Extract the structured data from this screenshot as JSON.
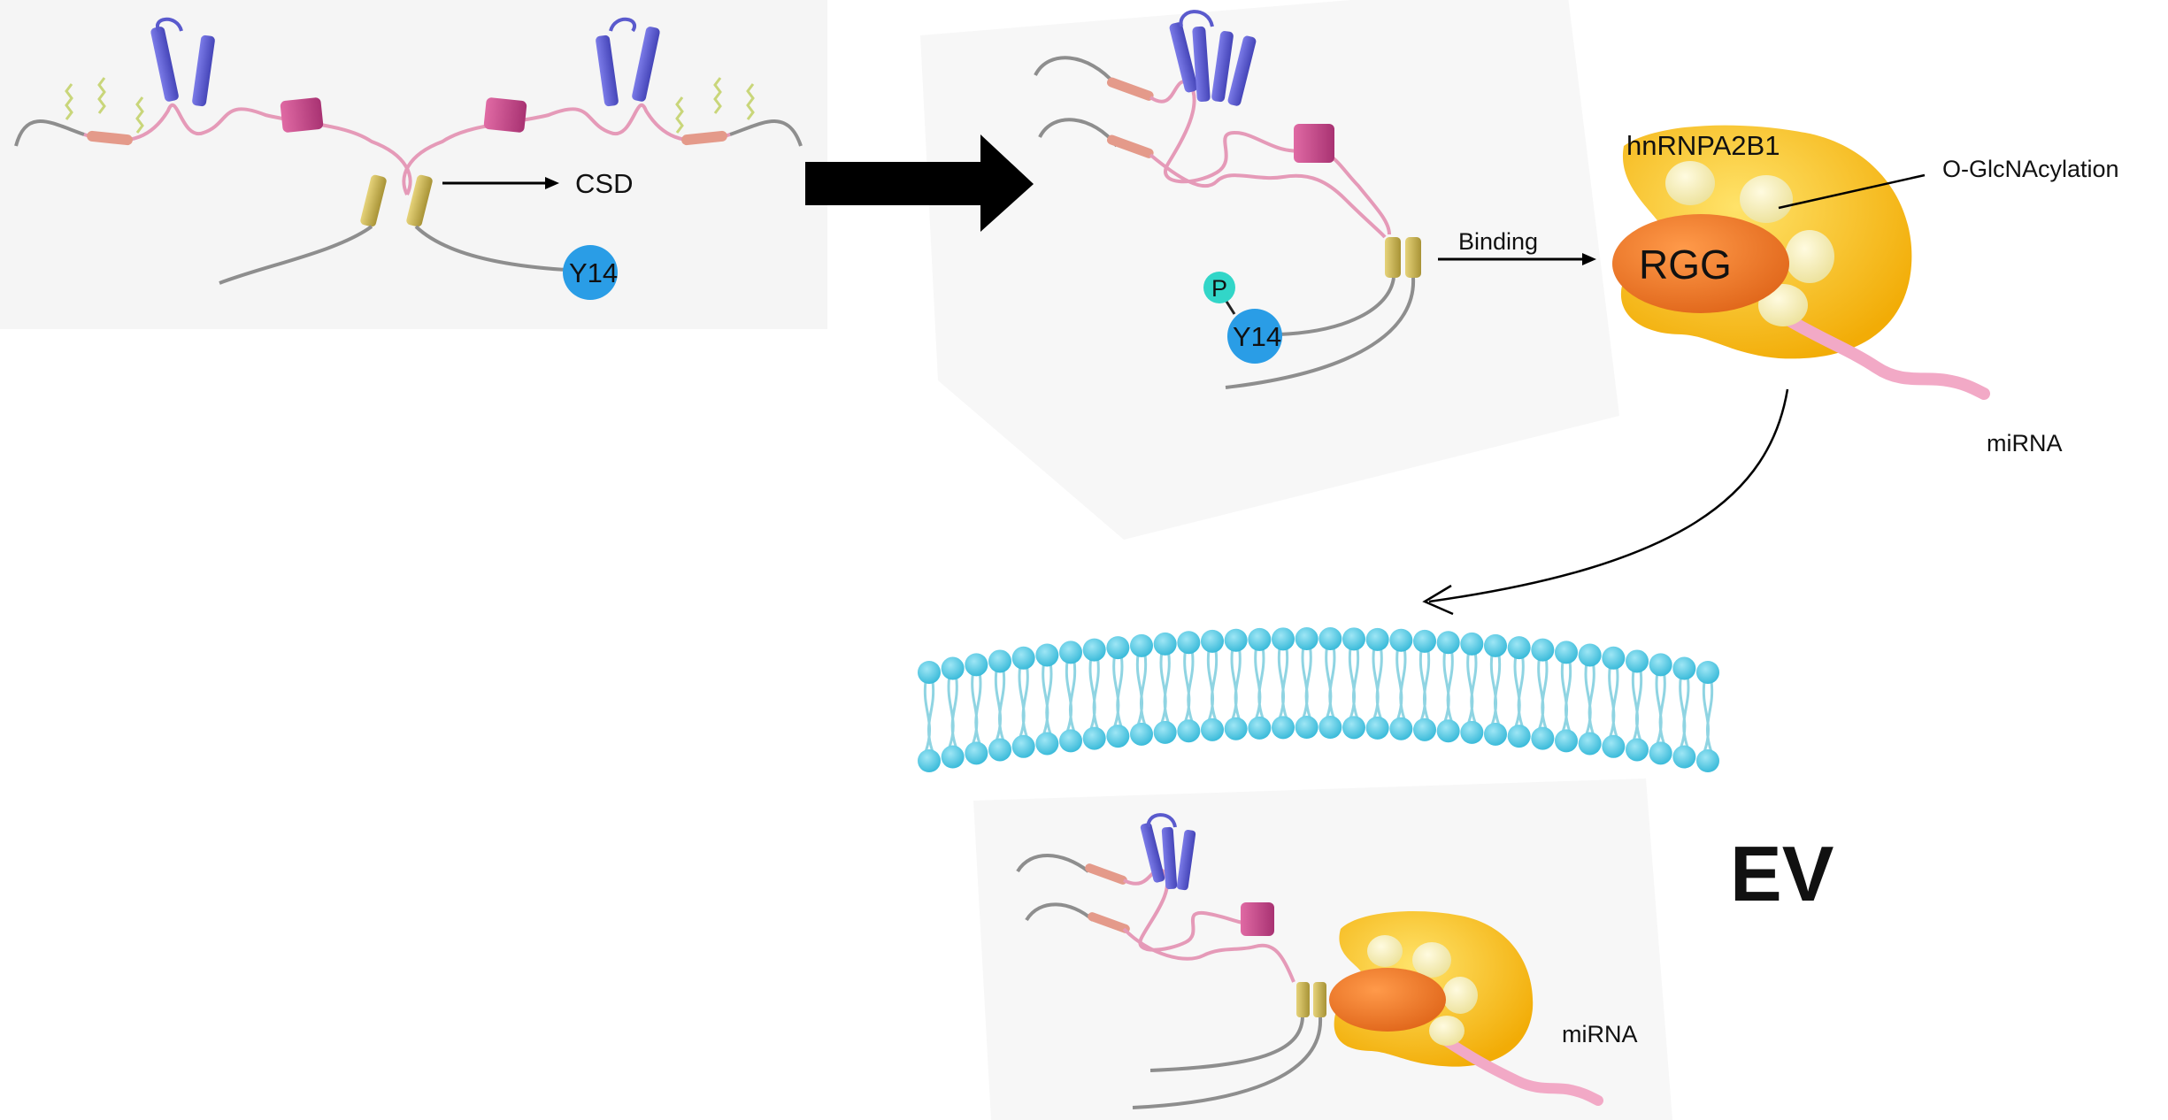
{
  "labels": {
    "csd": "CSD",
    "y14_top": "Y14",
    "phospho": "P",
    "y14_mid": "Y14",
    "binding": "Binding",
    "hnrnp": "hnRNPA2B1",
    "oglc": "O-GlcNAcylation",
    "rgg": "RGG",
    "mirna_top": "miRNA",
    "ev": "EV",
    "mirna_bottom": "miRNA"
  },
  "colors": {
    "backbone": "#8e8e8e",
    "loop": "#e59ab8",
    "helix": "#c8468a",
    "sheet": "#5a5acd",
    "strand_pink": "#e49a8a",
    "transmembrane": "#c8b45a",
    "y14": "#2a9de6",
    "phospho": "#32d6c8",
    "hnrnp": "#fbc41a",
    "rgg": "#f07a25",
    "beads": "#f5ecb0",
    "mirna": "#f2a9c6",
    "lipid_head": "#5fcfe6",
    "lipid_tail": "#8fd4e2",
    "sugar": "#c9d67a"
  }
}
